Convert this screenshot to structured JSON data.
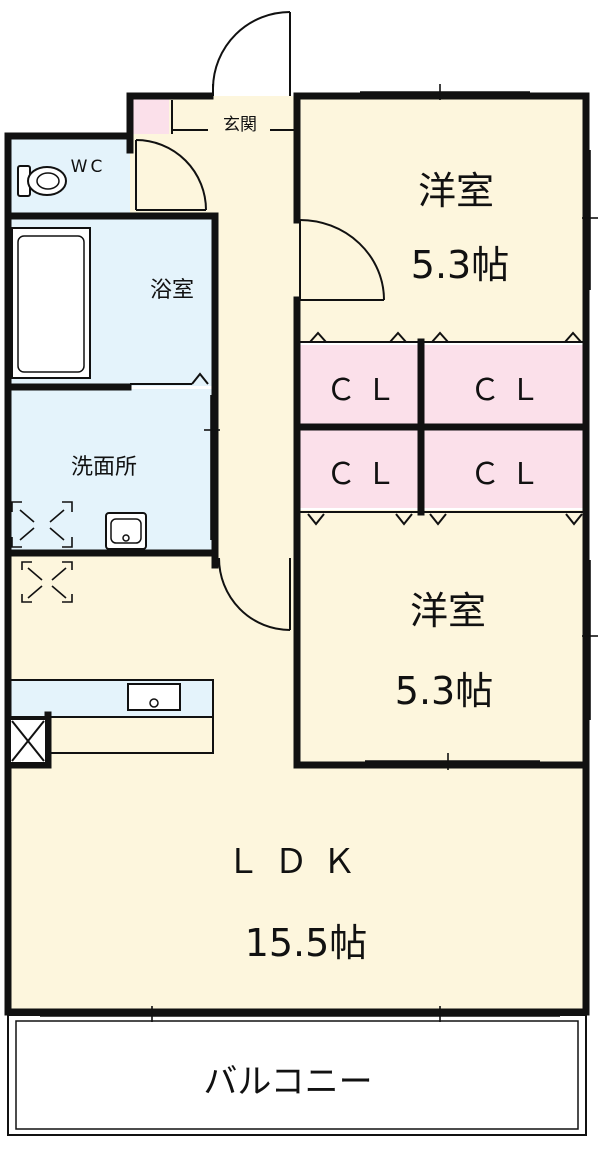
{
  "floorplan": {
    "colors": {
      "room": "#fdf6dd",
      "wet": "#e4f3fb",
      "closet": "#fbe0ea",
      "entrance_accent": "#fbe0ea",
      "wall": "#111111"
    },
    "rooms": {
      "western_room_1": {
        "name": "洋室",
        "size": "5.3帖"
      },
      "western_room_2": {
        "name": "洋室",
        "size": "5.3帖"
      },
      "ldk": {
        "name": "ＬＤＫ",
        "size": "15.5帖"
      },
      "bathroom": {
        "name": "浴室"
      },
      "washroom": {
        "name": "洗面所"
      },
      "toilet": {
        "name": "WC"
      },
      "entrance": {
        "name": "玄関"
      },
      "balcony": {
        "name": "バルコニー"
      },
      "closets": [
        "ＣＬ",
        "ＣＬ",
        "ＣＬ",
        "ＣＬ"
      ]
    },
    "icons": [
      "toilet-icon",
      "bathtub-icon",
      "sink-icon",
      "kitchen-sink-icon",
      "washing-machine-icon",
      "refrigerator-icon",
      "door-swing-icon"
    ]
  }
}
